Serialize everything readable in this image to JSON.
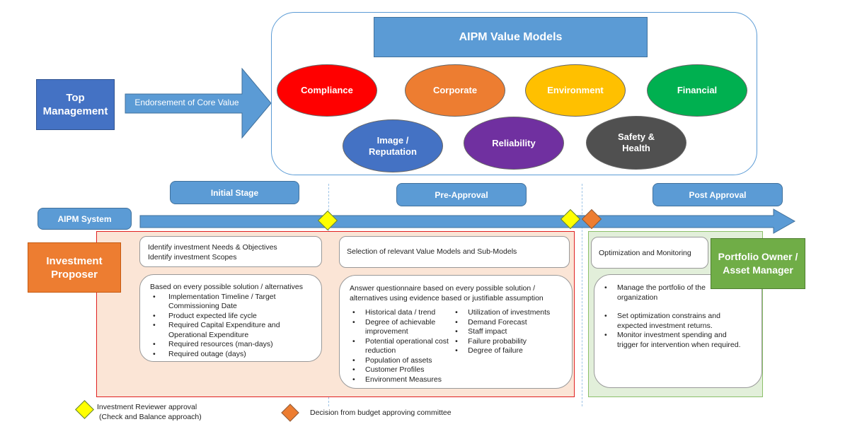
{
  "top_management": {
    "label": "Top Management"
  },
  "endorsement_arrow": {
    "label": "Endorsement of Core Value"
  },
  "value_models": {
    "title": "AIPM Value Models",
    "models": [
      {
        "label": "Compliance",
        "color": "#ff0000"
      },
      {
        "label": "Corporate",
        "color": "#ed7d31"
      },
      {
        "label": "Environment",
        "color": "#ffc000"
      },
      {
        "label": "Financial",
        "color": "#00b050"
      },
      {
        "label": "Image / Reputation",
        "color": "#4472c4"
      },
      {
        "label": "Reliability",
        "color": "#7030a0"
      },
      {
        "label": "Safety & Health",
        "color": "#505050"
      }
    ]
  },
  "stages": {
    "initial": "Initial Stage",
    "pre_approval": "Pre-Approval",
    "post_approval": "Post Approval"
  },
  "system": {
    "label": "AIPM System"
  },
  "investment_proposer": {
    "label": "Investment Proposer",
    "color": "#ed7d31"
  },
  "portfolio_owner": {
    "label": "Portfolio Owner / Asset Manager",
    "color": "#70ad47"
  },
  "initial_stage": {
    "card1_lines": [
      "Identify investment Needs & Objectives",
      "Identify investment Scopes"
    ],
    "card2_heading": "Based on every possible solution / alternatives",
    "card2_items": [
      "Implementation Timeline / Target Commissioning Date",
      "Product expected life cycle",
      "Required Capital Expenditure and Operational Expenditure",
      "Required resources (man-days)",
      "Required outage (days)"
    ]
  },
  "pre_approval_stage": {
    "card1_text": "Selection of relevant Value Models and Sub-Models",
    "card2_heading": "Answer questionnaire based on every possible solution / alternatives using evidence based or justifiable assumption",
    "col1_items": [
      "Historical data / trend",
      "Degree of achievable improvement",
      "Potential operational cost reduction",
      "Population of assets",
      "Customer Profiles",
      "Environment Measures"
    ],
    "col2_items": [
      "Utilization of investments",
      " Demand Forecast",
      "Staff impact",
      "Failure probability",
      "Degree of failure"
    ]
  },
  "post_approval_stage": {
    "card1_text": "Optimization and Monitoring",
    "card2_items": [
      "Manage the portfolio of the organization",
      "Set optimization constrains and expected investment returns.",
      "Monitor investment spending and trigger for intervention when required."
    ]
  },
  "legend": {
    "reviewer": {
      "line1": "Investment Reviewer approval",
      "line2": "(Check and Balance approach)",
      "color": "#ffff00"
    },
    "committee": {
      "label": "Decision from budget approving committee",
      "color": "#ed7d31"
    }
  }
}
